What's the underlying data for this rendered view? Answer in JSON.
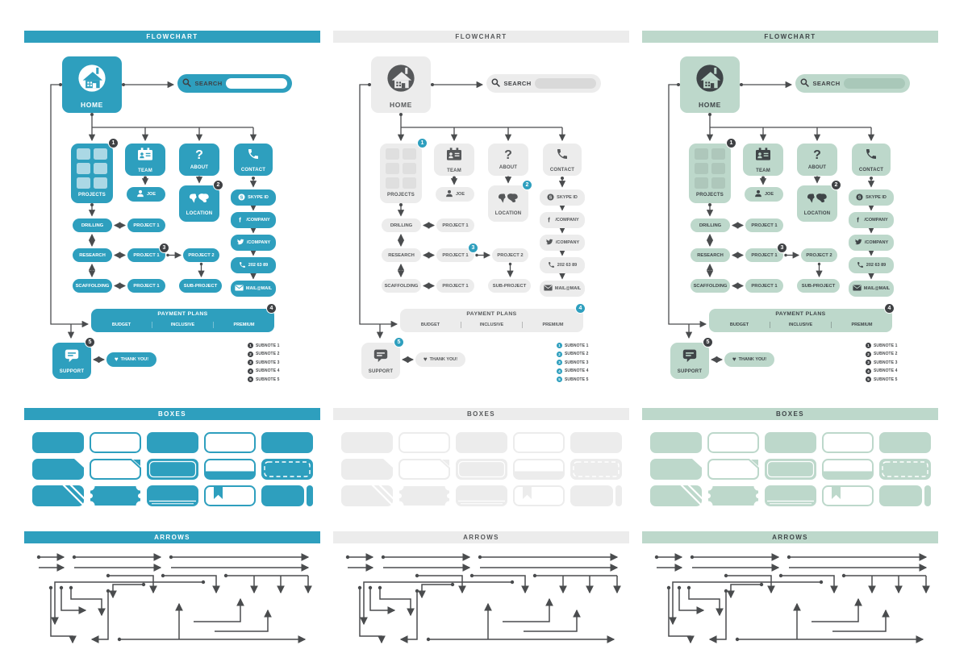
{
  "sections": {
    "flowchart": "FLOWCHART",
    "boxes": "BOXES",
    "arrows": "ARROWS"
  },
  "flowchart": {
    "home": "HOME",
    "search": "SEARCH",
    "nav": {
      "projects": "PROJECTS",
      "team": "TEAM",
      "about": "ABOUT",
      "contact": "CONTACT"
    },
    "joe": "JOE",
    "location": "LOCATION",
    "contact_items": {
      "skype": "SKYPE ID",
      "facebook": "/COMPANY",
      "twitter": "/COMPANY",
      "phone": "202 63 89",
      "mail": "MAIL@MAIL"
    },
    "work": {
      "drilling": "DRILLING",
      "research": "RESEARCH",
      "scaffolding": "SCAFFOLDING",
      "project1": "PROJECT 1",
      "project2": "PROJECT 2",
      "subproject": "SUB-PROJECT"
    },
    "payment": {
      "title": "PAYMENT PLANS",
      "plans": [
        "BUDGET",
        "INCLUSIVE",
        "PREMIUM"
      ]
    },
    "support": "SUPPORT",
    "thanks": "THANK YOU!",
    "badges": {
      "b1": "1",
      "b2": "2",
      "b3": "3",
      "b4": "4",
      "b5": "5"
    },
    "subnotes": [
      {
        "n": "1",
        "label": "SUBNOTE 1"
      },
      {
        "n": "2",
        "label": "SUBNOTE 2"
      },
      {
        "n": "3",
        "label": "SUBNOTE 3"
      },
      {
        "n": "4",
        "label": "SUBNOTE 4"
      },
      {
        "n": "5",
        "label": "SUBNOTE 5"
      }
    ]
  },
  "box_styles": [
    "filled-rounded",
    "outline-rounded",
    "filled-rounded",
    "outline-rounded",
    "filled-rounded",
    "filled-cut-corner",
    "outline-cut-corner-triangle",
    "filled-inner-outline",
    "outline-bottom-bar",
    "filled-dashed-inset",
    "filled-diagonal-band",
    "ticket",
    "filled-stacked",
    "outline-bookmark",
    "filled-side-tab"
  ],
  "themes": [
    {
      "name": "teal",
      "fill": "#2E9FBE",
      "on": "#FFFFFF",
      "bar_on": "#FFFFFF",
      "cell": "rgba(255,255,255,0.6)",
      "badge": "#3F4144",
      "badge_on": "#FFFFFF",
      "input": "#FFFFFF",
      "note_circle": "#3F4144"
    },
    {
      "name": "gray",
      "fill": "#ECECEC",
      "on": "#56585A",
      "bar_on": "#56585A",
      "cell": "rgba(0,0,0,0.055)",
      "badge": "#2E9FBE",
      "badge_on": "#FFFFFF",
      "input": "#D9D9D9",
      "note_circle": "#2E9FBE"
    },
    {
      "name": "sage",
      "fill": "#BDD8CB",
      "on": "#3F4548",
      "bar_on": "#3F4548",
      "cell": "rgba(0,0,0,0.08)",
      "badge": "#3F4144",
      "badge_on": "#FFFFFF",
      "input": "#A9C8B9",
      "note_circle": "#3F4144"
    }
  ],
  "line_color": "#4A4C4E"
}
